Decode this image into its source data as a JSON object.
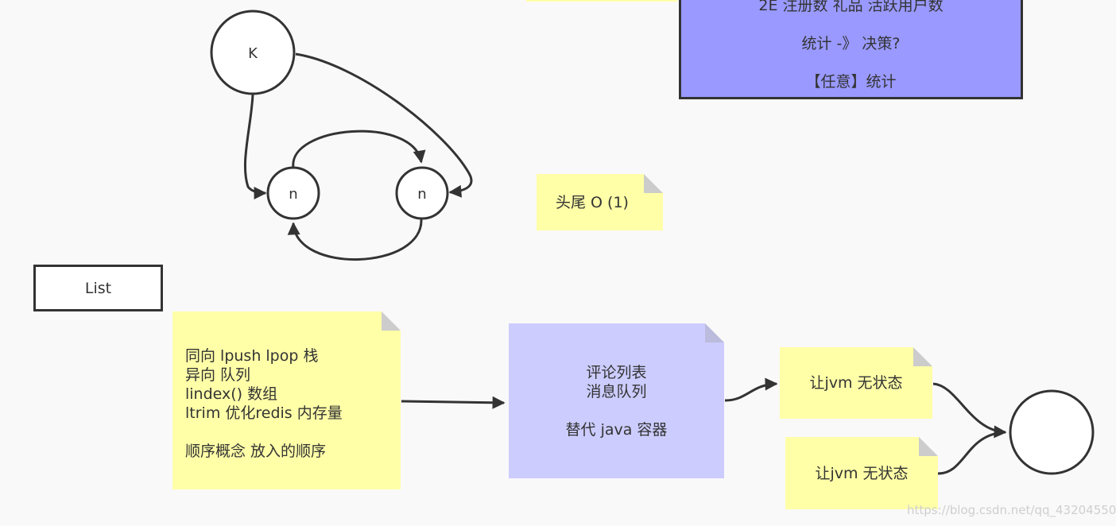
{
  "nodes": {
    "k_label": "K",
    "n1_label": "n",
    "n2_label": "n"
  },
  "top_box": {
    "line1": "2E  注册数  礼品    活跃用户数",
    "line2": "统计  -》  决策?",
    "line3": "【任意】统计"
  },
  "note_head_tail": "头尾 O  (1)",
  "list_box": "List",
  "note_commands": {
    "line1": "同向  lpush  lpop     栈",
    "line2": "异向  队列",
    "line3": "lindex()     数组",
    "line4": "ltrim  优化redis 内存量",
    "line5": "顺序概念  放入的顺序"
  },
  "note_usage": {
    "line1": "评论列表",
    "line2": "消息队列",
    "line3": "替代  java  容器"
  },
  "note_stateless_1": "让jvm 无状态",
  "note_stateless_2": "让jvm 无状态",
  "watermark": "https://blog.csdn.net/qq_43204550",
  "colors": {
    "yellow_note": "#ffffa8",
    "blue_note": "#ccccff",
    "purple_box": "#9999ff",
    "stroke": "#333333"
  }
}
